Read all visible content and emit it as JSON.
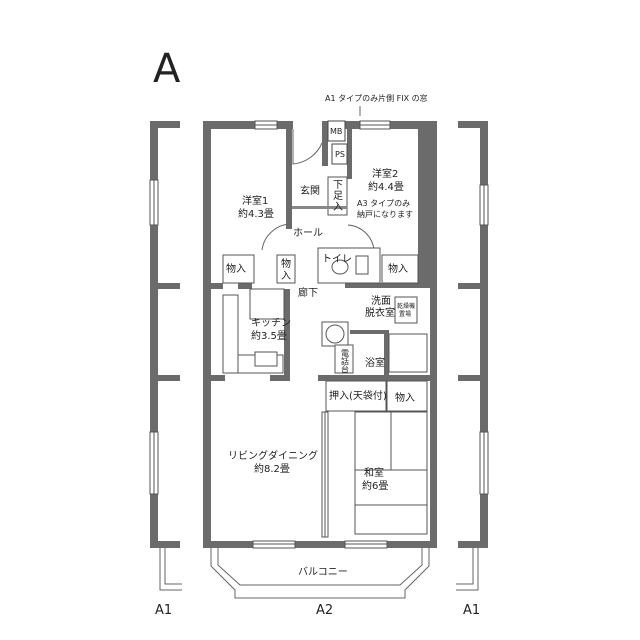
{
  "plan": {
    "title": "A",
    "note_top": "A1 タイプのみ片側 FIX の窓",
    "rooms": {
      "youshitsu1_name": "洋室1",
      "youshitsu1_size": "約4.3畳",
      "youshitsu2_name": "洋室2",
      "youshitsu2_size": "約4.4畳",
      "youshitsu2_note1": "A3 タイプのみ",
      "youshitsu2_note2": "納戸になります",
      "genkan": "玄関",
      "geta_line1": "下",
      "geta_line2": "足",
      "geta_line3": "入",
      "hall": "ホール",
      "mb": "MB",
      "ps": "PS",
      "mono1": "物入",
      "mono2_line1": "物",
      "mono2_line2": "入",
      "toilet": "トイレ",
      "mono3": "物入",
      "rouka": "廊下",
      "senmen_line1": "洗面",
      "senmen_line2": "脱衣室",
      "dryer_line1": "乾燥機",
      "dryer_line2": "置場",
      "kitchen_name": "キッチン",
      "kitchen_size": "約3.5畳",
      "denshi_line1": "電",
      "denshi_line2": "話",
      "denshi_line3": "台",
      "yokushitsu": "浴室",
      "oshiire": "押入(天袋付)",
      "mono4": "物入",
      "living_name": "リビングダイニング",
      "living_size": "約8.2畳",
      "washitsu_name": "和室",
      "washitsu_size": "約6畳",
      "balcony": "バルコニー"
    },
    "bottom_labels": {
      "left": "A1",
      "center": "A2",
      "right": "A1"
    }
  }
}
